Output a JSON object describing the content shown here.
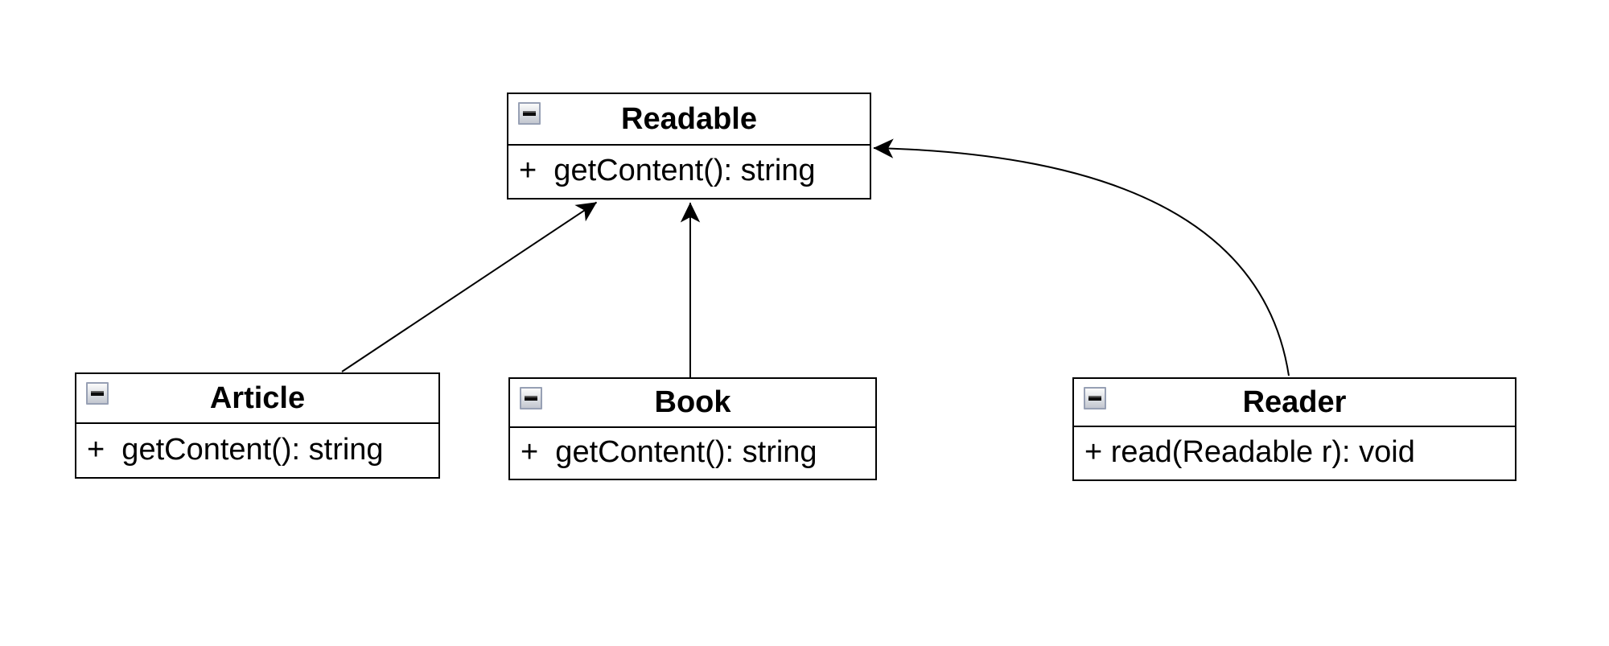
{
  "diagram": {
    "type": "uml-class-diagram",
    "background_color": "#ffffff",
    "stroke_color": "#000000",
    "collapse_icon": "minus",
    "classes": [
      {
        "name": "Readable",
        "members": [
          "+  getContent(): string"
        ]
      },
      {
        "name": "Article",
        "members": [
          "+  getContent(): string"
        ]
      },
      {
        "name": "Book",
        "members": [
          "+  getContent(): string"
        ]
      },
      {
        "name": "Reader",
        "members": [
          "+ read(Readable r): void"
        ]
      }
    ],
    "relations": [
      {
        "from": "Article",
        "to": "Readable",
        "shape": "straight",
        "arrowhead": "classic"
      },
      {
        "from": "Book",
        "to": "Readable",
        "shape": "straight",
        "arrowhead": "classic"
      },
      {
        "from": "Reader",
        "to": "Readable",
        "shape": "curved",
        "arrowhead": "classic"
      }
    ]
  }
}
